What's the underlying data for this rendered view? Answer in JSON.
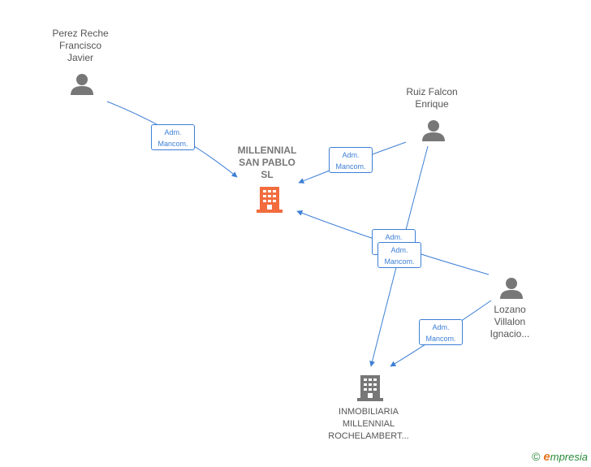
{
  "nodes": {
    "perez": {
      "label": "Perez Reche\nFrancisco\nJavier",
      "type": "person"
    },
    "ruiz": {
      "label": "Ruiz Falcon\nEnrique",
      "type": "person"
    },
    "lozano": {
      "label": "Lozano\nVillalon\nIgnacio...",
      "type": "person"
    },
    "millennial": {
      "label": "MILLENNIAL\nSAN PABLO\nSL",
      "type": "company",
      "color": "#f26c3d"
    },
    "inmobiliaria": {
      "label": "INMOBILIARIA\nMILLENNIAL\nROCHELAMBERT...",
      "type": "company",
      "color": "#777777"
    }
  },
  "edges": [
    {
      "from": "perez",
      "to": "millennial",
      "label": "Adm.\nMancom."
    },
    {
      "from": "ruiz",
      "to": "millennial",
      "label": "Adm.\nMancom."
    },
    {
      "from": "lozano",
      "to": "millennial",
      "label": "Adm.\nMancom."
    },
    {
      "from": "ruiz",
      "to": "inmobiliaria",
      "label": "Adm.\nMancom."
    },
    {
      "from": "lozano",
      "to": "inmobiliaria",
      "label": "Adm.\nMancom."
    }
  ],
  "colors": {
    "edge": "#3d7fd6",
    "person": "#777777"
  },
  "brand": {
    "copyright": "©",
    "e": "e",
    "rest": "mpresia"
  }
}
